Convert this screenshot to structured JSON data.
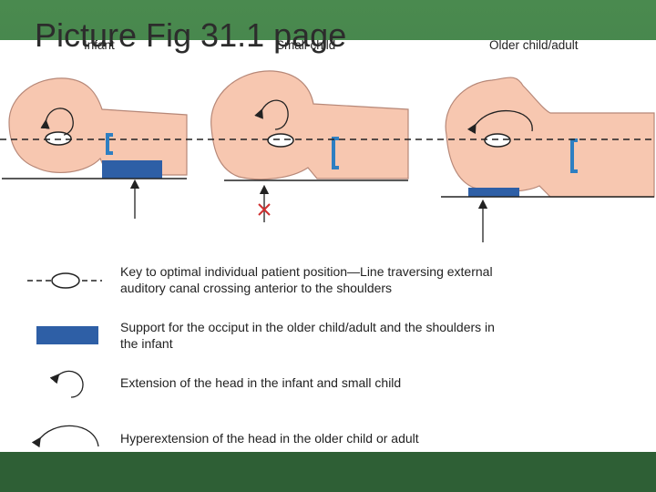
{
  "slide": {
    "title": "Picture Fig 31.1 page",
    "colors": {
      "background": "#3f7d45",
      "footer": "#2e5f35",
      "skin": "#f7c7b0",
      "support": "#2e5fa6"
    }
  },
  "figure": {
    "panels": [
      {
        "label": "Infant"
      },
      {
        "label": "Small child"
      },
      {
        "label": "Older child/adult"
      }
    ],
    "key": [
      {
        "icon": "dashed-line-ear-icon",
        "text": "Key to optimal individual patient position—Line traversing external auditory canal crossing anterior to the shoulders"
      },
      {
        "icon": "blue-support-block-icon",
        "text": "Support for the occiput in the older child/adult and the shoulders in the infant"
      },
      {
        "icon": "small-curved-arrow-icon",
        "text": "Extension of the head in the infant and small child"
      },
      {
        "icon": "large-curved-arrow-icon",
        "text": "Hyperextension of the head in the older child or adult"
      }
    ]
  }
}
